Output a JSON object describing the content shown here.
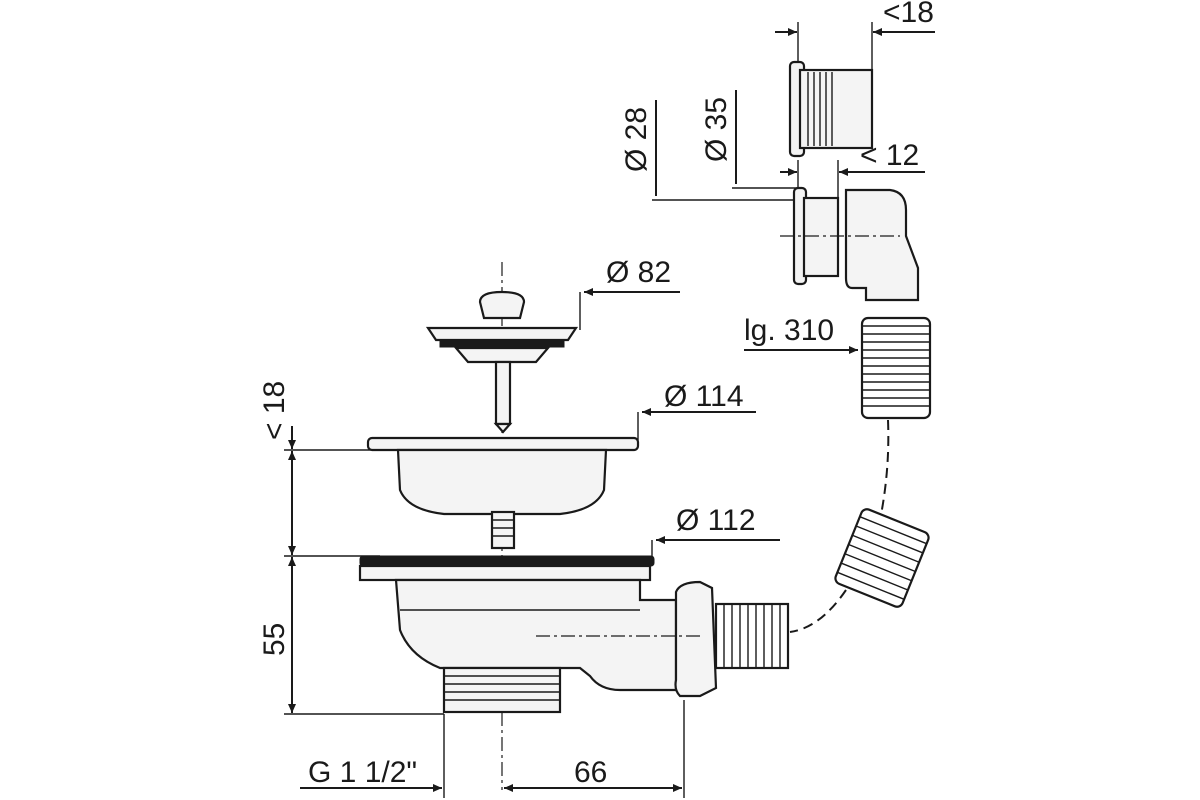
{
  "dimensions": {
    "overflow_depth_top": "<18",
    "overflow_depth_side": "< 12",
    "overflow_dia_28": "Ø 28",
    "overflow_dia_35": "Ø 35",
    "strainer_dia": "Ø 82",
    "hose_length": "lg. 310",
    "flange_dia": "Ø 114",
    "sink_thickness": "< 18",
    "body_flange_dia": "Ø 112",
    "body_height": "55",
    "thread": "G 1 1/2\"",
    "outlet_offset": "66"
  },
  "colors": {
    "line": "#1a1a1a",
    "fill": "#f4f4f4",
    "background": "#ffffff"
  }
}
